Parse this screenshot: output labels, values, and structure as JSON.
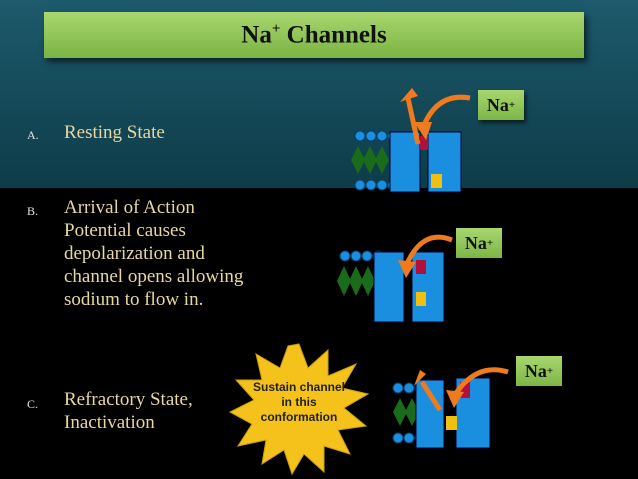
{
  "title": {
    "main": "Na",
    "sup": "+",
    "rest": " Channels"
  },
  "ion": {
    "main": "Na",
    "sup": "+"
  },
  "items": [
    {
      "letter": "A.",
      "lines": [
        "Resting State"
      ]
    },
    {
      "letter": "B.",
      "lines": [
        "Arrival of Action",
        "Potential causes",
        "depolarization and",
        "channel opens allowing",
        "sodium to flow in."
      ]
    },
    {
      "letter": "C.",
      "lines": [
        "Refractory State,",
        "Inactivation"
      ]
    }
  ],
  "callout": {
    "lines": [
      "Sustain channel",
      "in this",
      "conformation"
    ]
  },
  "colors": {
    "title_bg": "#8fc55a",
    "channel_blue": "#1a8fe0",
    "gate_red": "#b0103a",
    "gate_yellow": "#f0c010",
    "diamond_green": "#1a6b1a",
    "arrow_orange": "#f07a1e",
    "text": "#e6d8a0",
    "starburst": "#f5c21b"
  }
}
